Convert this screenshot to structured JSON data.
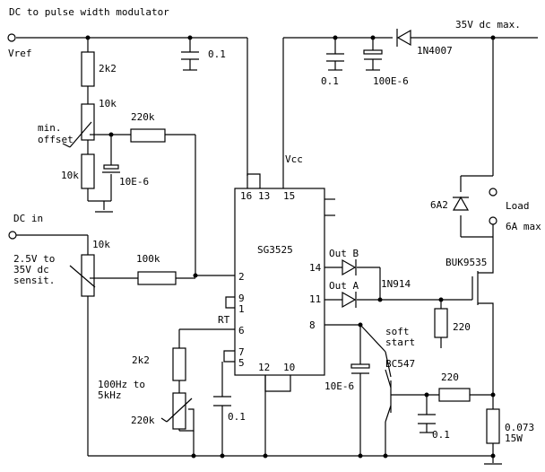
{
  "title": "DC to pulse width modulator",
  "supply": {
    "label": "35V dc max."
  },
  "terminals": {
    "vref": "Vref",
    "dc_in": "DC in",
    "load": "Load",
    "load_current": "6A max",
    "vcc": "Vcc"
  },
  "ic": {
    "name": "SG3525",
    "pins": {
      "p16": "16",
      "p13": "13",
      "p15": "15",
      "p2": "2",
      "p9": "9",
      "p1": "1",
      "p6": "6",
      "p7": "7",
      "p5": "5",
      "p12": "12",
      "p10": "10",
      "p14": "14",
      "p11": "11",
      "p8": "8"
    },
    "outputs": {
      "out_b": "Out B",
      "out_a": "Out A"
    },
    "rt": "RT"
  },
  "components": {
    "r_2k2_top": "2k2",
    "pot_10k_top": "10k",
    "r_10k_bottom": "10k",
    "r_220k": "220k",
    "cap_10e6_left": "10E-6",
    "min_offset_1": "min.",
    "min_offset_2": "offset",
    "cap_0_1_top": "0.1",
    "cap_0_1_vcc": "0.1",
    "cap_100e6": "100E-6",
    "diode_1n4007": "1N4007",
    "pot_10k_in": "10k",
    "dc_sens_1": "2.5V to",
    "dc_sens_2": "35V dc",
    "dc_sens_3": "sensit.",
    "r_100k": "100k",
    "r_2k2_rt": "2k2",
    "freq_1": "100Hz to",
    "freq_2": "5kHz",
    "pot_220k": "220k",
    "cap_0_1_ct": "0.1",
    "cap_10e6_ss": "10E-6",
    "soft_start_1": "soft",
    "soft_start_2": "start",
    "transistor": "BC547",
    "r_220_top": "220",
    "r_220_base": "220",
    "cap_0_1_base": "0.1",
    "diodes_1n914": "1N914",
    "mosfet": "BUK9535",
    "fuse_6a2": "6A2",
    "shunt_1": "0.073",
    "shunt_2": "15W"
  }
}
